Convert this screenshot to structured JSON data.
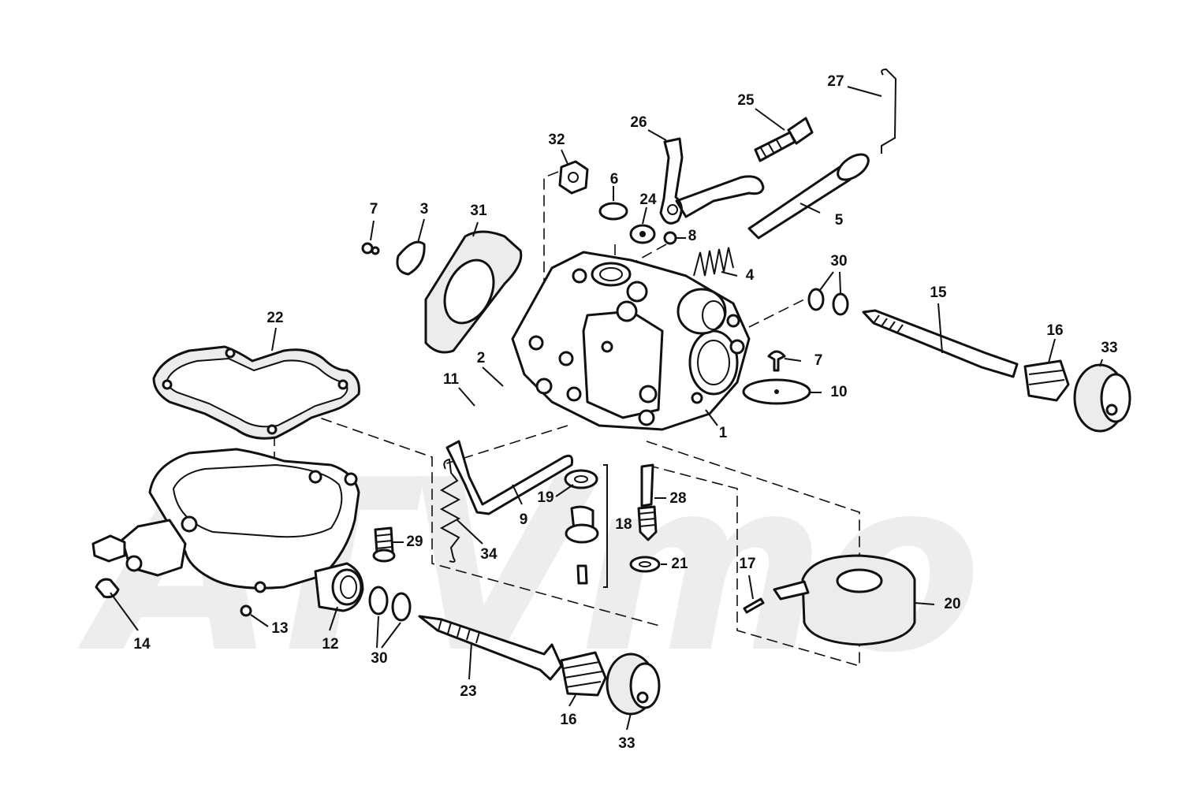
{
  "watermark": "ATVmo",
  "callouts": [
    {
      "id": "c27",
      "label": "27"
    },
    {
      "id": "c25",
      "label": "25"
    },
    {
      "id": "c26",
      "label": "26"
    },
    {
      "id": "c32",
      "label": "32"
    },
    {
      "id": "c6",
      "label": "6"
    },
    {
      "id": "c24",
      "label": "24"
    },
    {
      "id": "c8",
      "label": "8"
    },
    {
      "id": "c5",
      "label": "5"
    },
    {
      "id": "c7a",
      "label": "7"
    },
    {
      "id": "c3",
      "label": "3"
    },
    {
      "id": "c31",
      "label": "31"
    },
    {
      "id": "c4",
      "label": "4"
    },
    {
      "id": "c30a",
      "label": "30"
    },
    {
      "id": "c15",
      "label": "15"
    },
    {
      "id": "c16a",
      "label": "16"
    },
    {
      "id": "c33a",
      "label": "33"
    },
    {
      "id": "c22",
      "label": "22"
    },
    {
      "id": "c2",
      "label": "2"
    },
    {
      "id": "c11",
      "label": "11"
    },
    {
      "id": "c7b",
      "label": "7"
    },
    {
      "id": "c10",
      "label": "10"
    },
    {
      "id": "c1",
      "label": "1"
    },
    {
      "id": "c19",
      "label": "19"
    },
    {
      "id": "c28",
      "label": "28"
    },
    {
      "id": "c9",
      "label": "9"
    },
    {
      "id": "c18",
      "label": "18"
    },
    {
      "id": "c29",
      "label": "29"
    },
    {
      "id": "c34",
      "label": "34"
    },
    {
      "id": "c21",
      "label": "21"
    },
    {
      "id": "c17",
      "label": "17"
    },
    {
      "id": "c20",
      "label": "20"
    },
    {
      "id": "c13",
      "label": "13"
    },
    {
      "id": "c14",
      "label": "14"
    },
    {
      "id": "c12",
      "label": "12"
    },
    {
      "id": "c30b",
      "label": "30"
    },
    {
      "id": "c23",
      "label": "23"
    },
    {
      "id": "c16b",
      "label": "16"
    },
    {
      "id": "c33b",
      "label": "33"
    }
  ]
}
